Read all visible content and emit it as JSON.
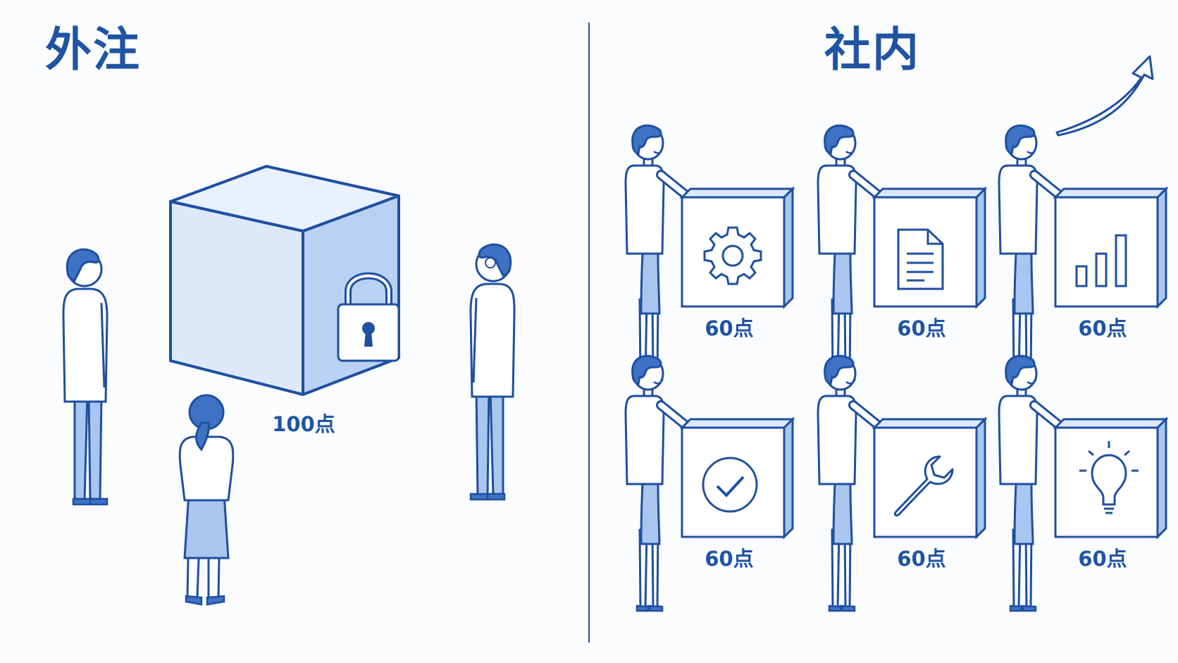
{
  "outsourced": {
    "title": "外注",
    "score": "100点"
  },
  "inhouse": {
    "title": "社内",
    "modules": [
      {
        "icon": "gear-icon",
        "score": "60点"
      },
      {
        "icon": "document-icon",
        "score": "60点"
      },
      {
        "icon": "bar-chart-icon",
        "score": "60点"
      },
      {
        "icon": "checkmark-icon",
        "score": "60点"
      },
      {
        "icon": "wrench-icon",
        "score": "60点"
      },
      {
        "icon": "lightbulb-icon",
        "score": "60点"
      }
    ]
  },
  "colors": {
    "outline": "#1f4fa0",
    "fill_light": "#dde9fb",
    "fill_mid": "#a9c6ef",
    "accent": "#1f54a3",
    "background": "#fbfcfe"
  }
}
